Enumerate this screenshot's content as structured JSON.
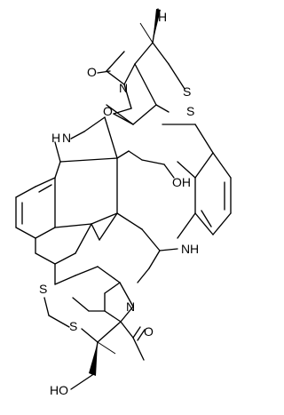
{
  "labels": {
    "o_top": "O",
    "s_top": "S",
    "h_top": "H",
    "n_top": "N",
    "o_amide_top": "O",
    "s_right": "S",
    "n_left": "N",
    "h_n_left": "H",
    "oh_mid": "OH",
    "n_right": "N",
    "h_n_right": "H",
    "s_left": "S",
    "s_bottom": "S",
    "n_bottom": "N",
    "o_bottom": "O",
    "ho_bottom": "HO"
  }
}
